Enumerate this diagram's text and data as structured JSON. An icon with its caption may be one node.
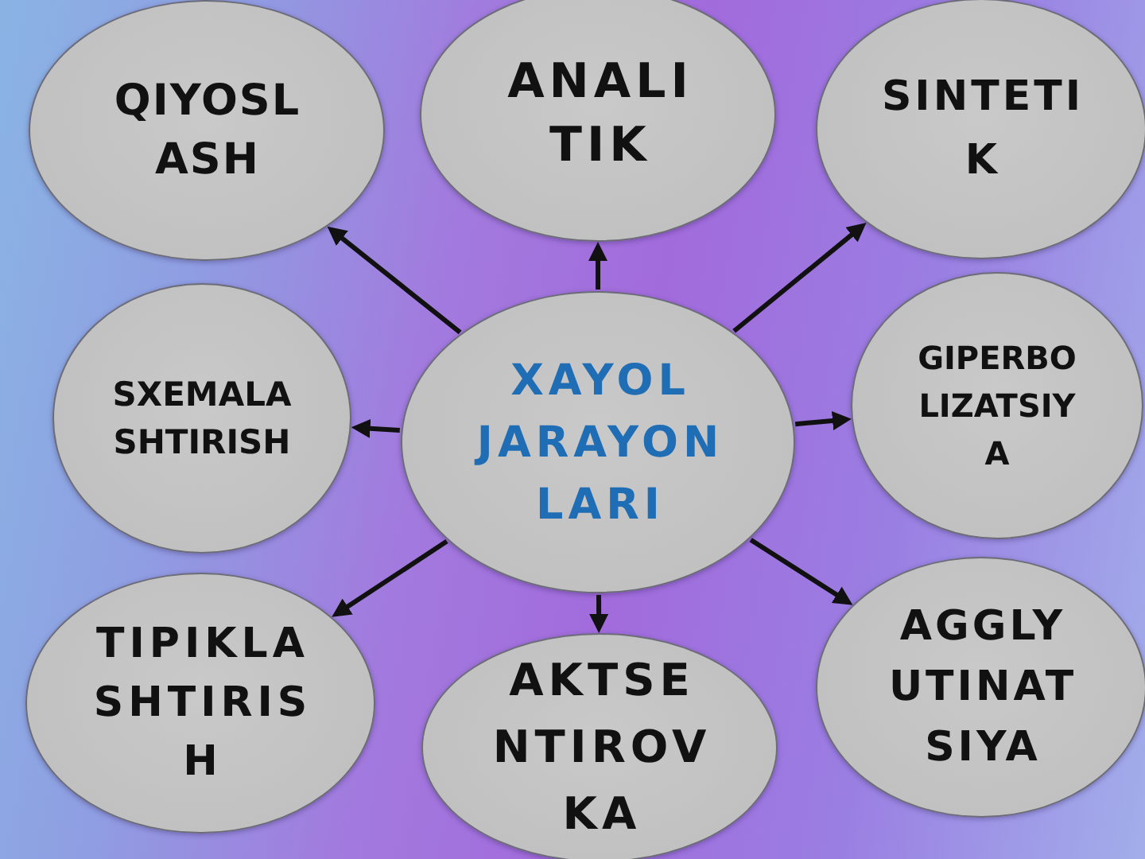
{
  "diagram": {
    "nodes": [
      {
        "text": [
          "QIYOSL ASH"
        ]
      },
      {
        "text": [
          "ANALI TIK"
        ]
      },
      {
        "text": [
          "SINTETI K"
        ]
      },
      {
        "text": [
          "SXEMALA SHTIRISH"
        ]
      },
      {
        "text": [
          "XAYOL JARAYON LARI"
        ]
      },
      {
        "text": [
          "GIPERBO LIZATSIY A"
        ]
      },
      {
        "text": [
          "TIPIKLA SHTIRIS H"
        ]
      },
      {
        "text": [
          "AKTSE NTIROV KA"
        ]
      },
      {
        "text": [
          "AGGLY UTINAT SIYA"
        ]
      }
    ],
    "edges": [
      {
        "from": 4,
        "to": 0,
        "arrow": "to"
      },
      {
        "from": 4,
        "to": 1,
        "arrow": "to"
      },
      {
        "from": 4,
        "to": 2,
        "arrow": "to"
      },
      {
        "from": 4,
        "to": 3,
        "arrow": "to"
      },
      {
        "from": 4,
        "to": 5,
        "arrow": "to"
      },
      {
        "from": 4,
        "to": 6,
        "arrow": "to"
      },
      {
        "from": 4,
        "to": 7,
        "arrow": "to"
      },
      {
        "from": 4,
        "to": 8,
        "arrow": "to"
      }
    ]
  }
}
